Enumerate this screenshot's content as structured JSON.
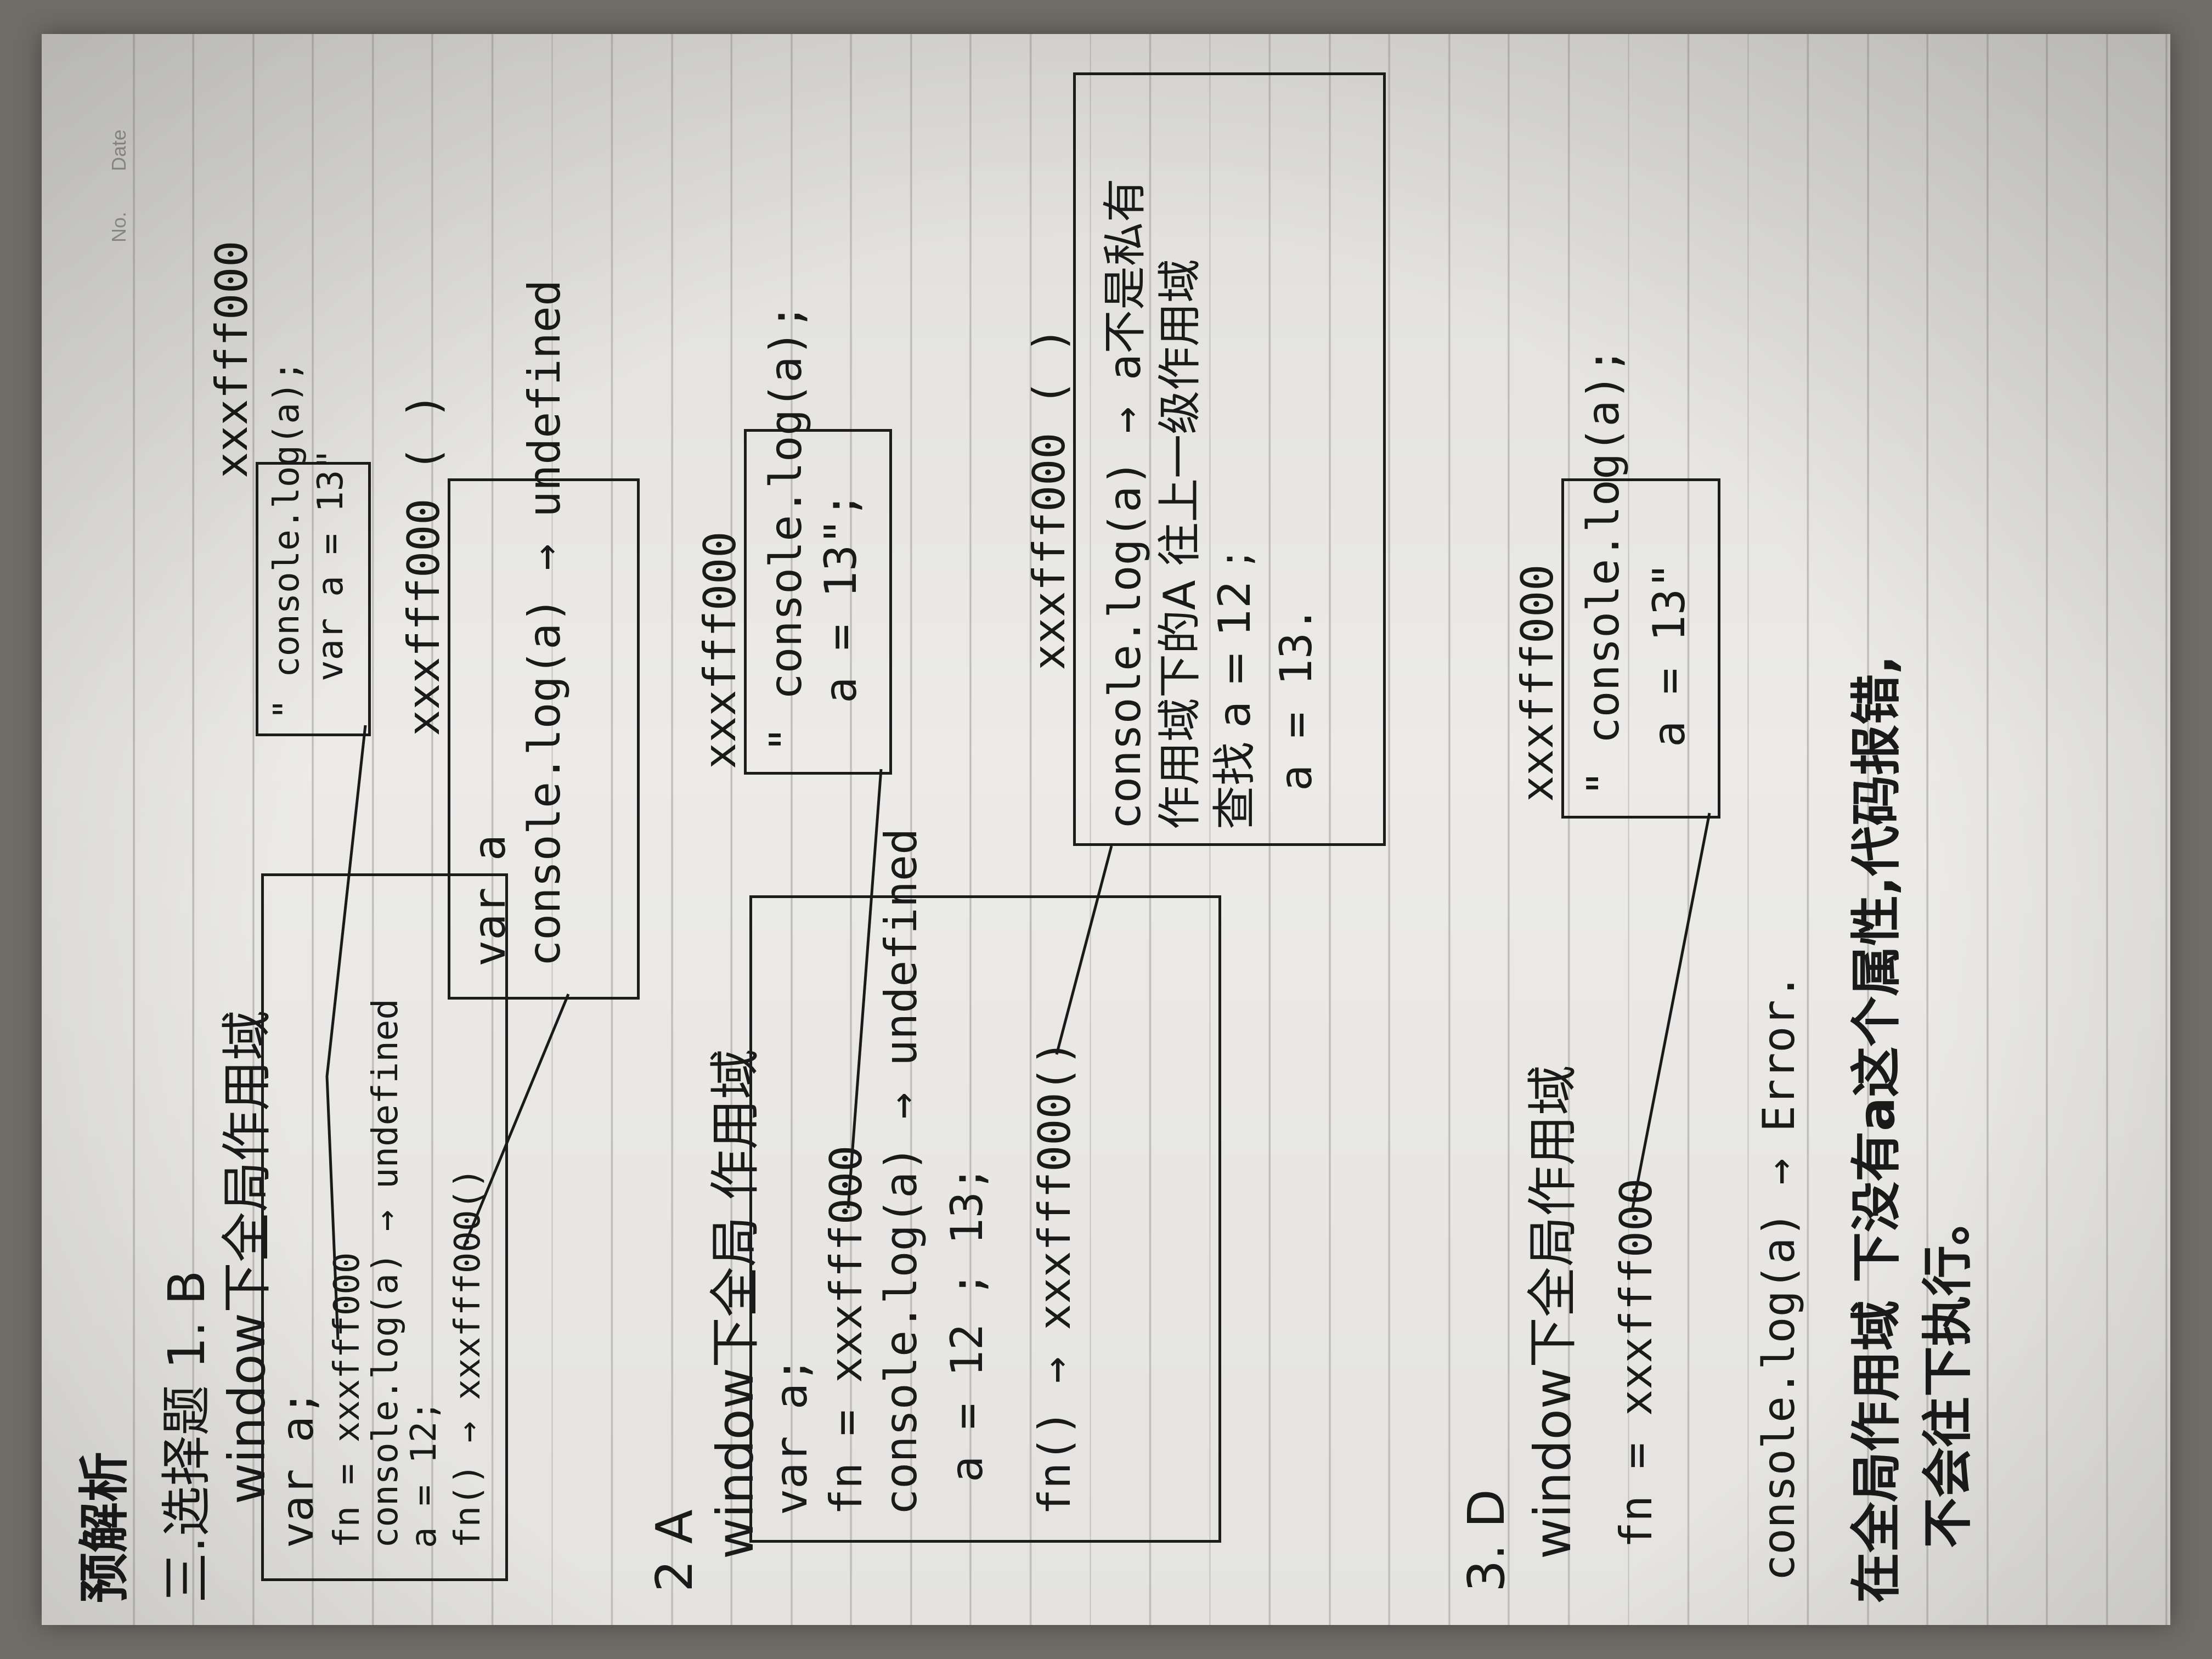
{
  "page": {
    "corner_label": "预解析",
    "no_label": "No.",
    "date_label": "Date"
  },
  "problem1": {
    "header": "三.选择题  1. B",
    "scope_title": "window下全局作用域",
    "lines": [
      "var a;",
      "fn = xxxfff000",
      "console.log(a) → undefined",
      "a = 12;",
      "fn() → xxxfff000()"
    ],
    "box1": {
      "label": "xxxfff000",
      "lines": [
        "\" console.log(a);",
        "var a = 13\""
      ]
    },
    "box2": {
      "label": "xxxfff000 (  )",
      "lines": [
        "var a",
        "console.log(a) → undefined"
      ]
    }
  },
  "problem2": {
    "header": "2  A",
    "scope_title": "window下全局 作用域",
    "lines": [
      "var a;",
      "fn = xxxfff000",
      "console.log(a) → undefined",
      "a = 12 ; 13;",
      "fn() → xxxfff000()"
    ],
    "box1": {
      "label": "xxxfff000",
      "lines": [
        "\" console.log(a);",
        "a = 13\";"
      ]
    },
    "box2": {
      "label": "xxxfff000 (  )",
      "lines": [
        "console.log(a) → a不是私有",
        "作用域下的A 往上一级作用域",
        "查找  a = 12 ;",
        "a = 13."
      ]
    }
  },
  "problem3": {
    "header": "3. D",
    "scope_title": "window下全局作用域",
    "lines": [
      "fn = xxxfff000"
    ],
    "box1": {
      "label": "xxxfff000",
      "lines": [
        "\" console.log(a);",
        "a = 13\""
      ]
    },
    "result": "console.log(a) → Error.",
    "note_1": "在全局作用域 下没有a这个属性,代码报错,",
    "note_2": "不会往下执行。"
  },
  "colors": {
    "ink": "#1a1a1a",
    "paper": "#e8e7e4",
    "rule": "#b9b6b2"
  }
}
